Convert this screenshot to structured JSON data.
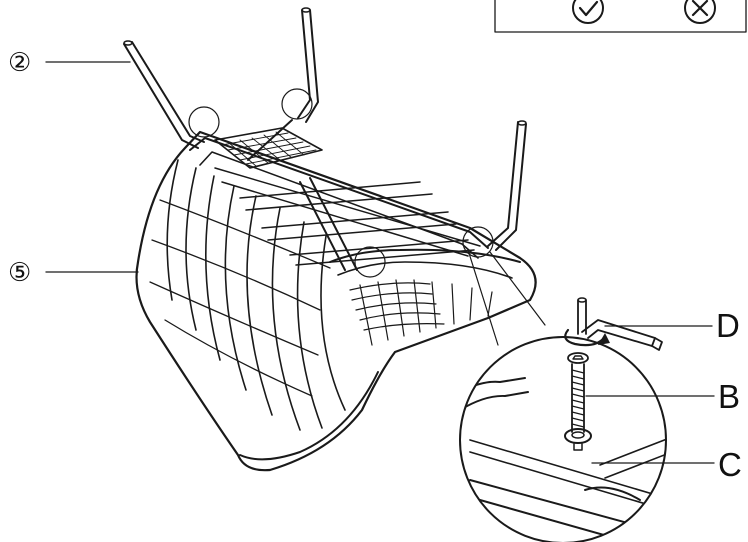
{
  "parts": {
    "leg_marker": "②",
    "frame_marker": "⑤"
  },
  "callouts": {
    "allen_key": "D",
    "bolt": "B",
    "washer": "C"
  },
  "status_box": {
    "ok_icon": "check-circle-icon",
    "wrong_icon": "cross-circle-icon"
  },
  "colors": {
    "line": "#1a1a1a",
    "background": "#ffffff"
  }
}
